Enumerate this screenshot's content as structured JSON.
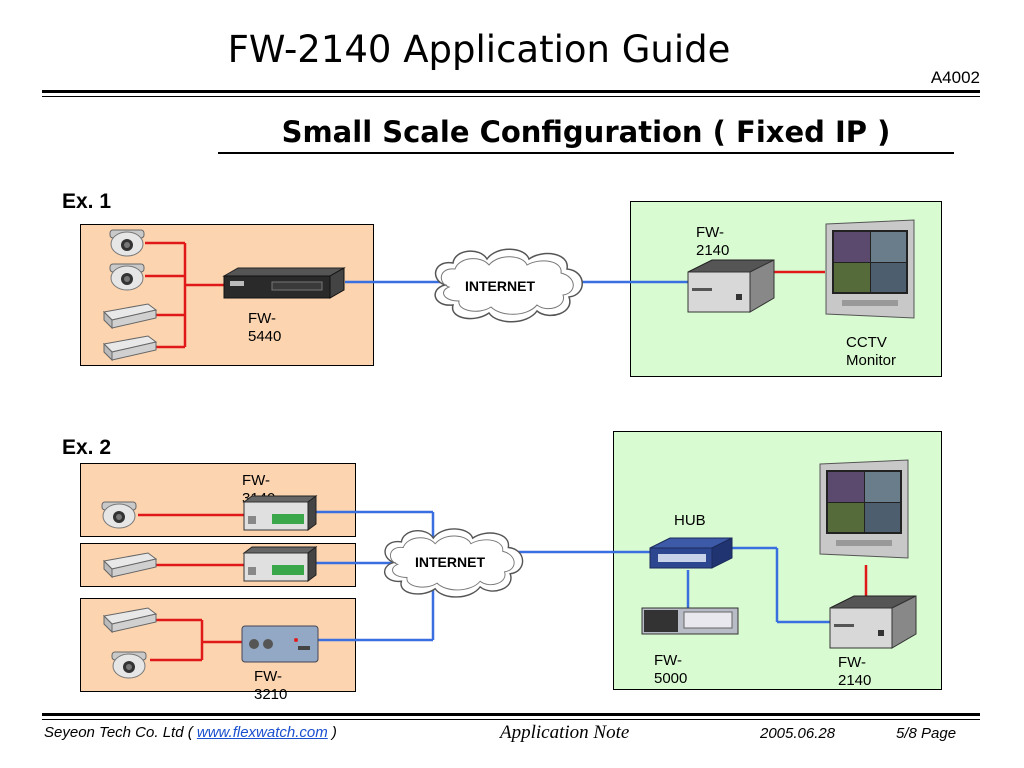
{
  "header": {
    "title": "FW-2140 Application Guide",
    "doc_id": "A4002",
    "subtitle": "Small Scale Configuration ( Fixed IP )"
  },
  "ex1": {
    "label": "Ex. 1",
    "recorder_label": "FW-\n5440",
    "remote_label": "FW-\n2140",
    "monitor_label": "CCTV\nMonitor",
    "cloud_label": "INTERNET"
  },
  "ex2": {
    "label": "Ex. 2",
    "enc1_label": "FW-\n3140",
    "enc3_label": "FW-\n3210",
    "hub_label": "HUB",
    "nvr_label": "FW-\n5000",
    "remote_label": "FW-\n2140",
    "cloud_label": "INTERNET"
  },
  "footer": {
    "company_prefix": "Seyeon Tech Co. Ltd ( ",
    "link": "www.flexwatch.com",
    "company_suffix": " )",
    "note": "Application Note",
    "date": "2005.06.28",
    "page": "5/8 Page"
  },
  "colors": {
    "site_box": "#fcd5b0",
    "remote_box": "#d9fbd2",
    "video_cable": "#e01818",
    "network_cable": "#3a6fe0"
  }
}
